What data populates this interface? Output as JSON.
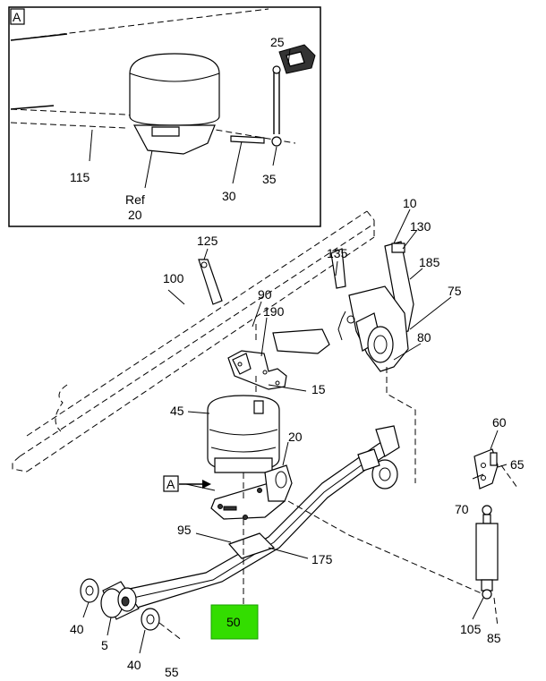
{
  "inset": {
    "label": "A"
  },
  "detail_marker": {
    "label": "A"
  },
  "highlight": {
    "label": "50",
    "color": "#33dd00"
  },
  "callouts": {
    "c25": "25",
    "c115": "115",
    "c30": "30",
    "c35": "35",
    "c_ref": "Ref",
    "c20_inset": "20",
    "c10": "10",
    "c125": "125",
    "c130": "130",
    "c135": "135",
    "c185": "185",
    "c100": "100",
    "c75": "75",
    "c90": "90",
    "c190": "190",
    "c80": "80",
    "c15": "15",
    "c45": "45",
    "c20": "20",
    "c60": "60",
    "c65": "65",
    "c70": "70",
    "c95": "95",
    "c175": "175",
    "c40a": "40",
    "c5": "5",
    "c40b": "40",
    "c55": "55",
    "c105": "105",
    "c85": "85"
  }
}
